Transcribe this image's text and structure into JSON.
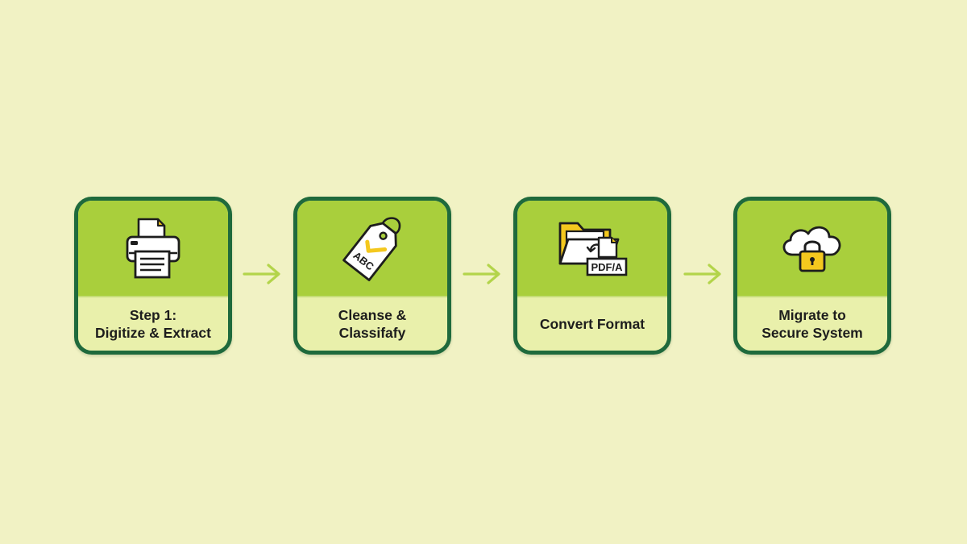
{
  "background_color": "#f1f2c4",
  "colors": {
    "card_border": "#1f6a3c",
    "card_top": "#a9cf3c",
    "card_bottom": "#e9f0ab",
    "arrow": "#b3d44a",
    "icon_accent": "#f4c81e"
  },
  "steps": [
    {
      "label": "Step 1:\nDigitize & Extract",
      "icon": "printer-scanner-icon"
    },
    {
      "label": "Cleanse &\nClassifafy",
      "icon": "tag-icon"
    },
    {
      "label": "Convert Format",
      "icon": "folder-pdf-icon"
    },
    {
      "label": "Migrate to\nSecure System",
      "icon": "cloud-lock-icon"
    }
  ],
  "step2_tag_text": "ABC",
  "step3_badge_text": "PDF/A",
  "arrows": [
    {
      "icon": "arrow-right-icon"
    },
    {
      "icon": "arrow-right-icon"
    },
    {
      "icon": "arrow-right-icon"
    }
  ]
}
